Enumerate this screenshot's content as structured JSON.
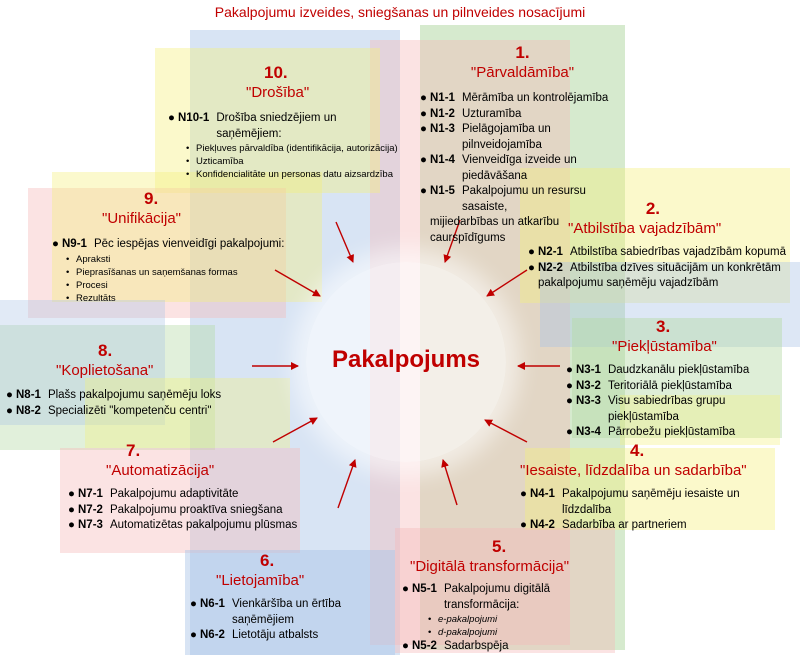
{
  "title": "Pakalpojumu izveides, sniegšanas un pilnveides nosacījumi",
  "center": "Pakalpojums",
  "colors": {
    "accent": "#c00000",
    "green": "#b5d9a6",
    "yellow": "#f4f07c",
    "blue": "#a9c4e6",
    "pink": "#f6b8b8"
  },
  "sections": [
    {
      "num": "1.",
      "name": "\"Pārvaldāmība\"",
      "items": [
        {
          "code": "N1-1",
          "text": "Mērāmība un kontrolējamība"
        },
        {
          "code": "N1-2",
          "text": "Uzturamība"
        },
        {
          "code": "N1-3",
          "text": "Pielāgojamība un pilnveidojamība"
        },
        {
          "code": "N1-4",
          "text": "Vienveidīga izveide un piedāvāšana"
        },
        {
          "code": "N1-5",
          "text": "Pakalpojumu un resursu sasaiste,",
          "text2": "mijiedarbības un atkarību caurspīdīgums"
        }
      ]
    },
    {
      "num": "2.",
      "name": "\"Atbilstība vajadzībām\"",
      "items": [
        {
          "code": "N2-1",
          "text": "Atbilstība sabiedrības vajadzībām kopumā"
        },
        {
          "code": "N2-2",
          "text": "Atbilstība dzīves situācijām un konkrētām",
          "text2": "pakalpojumu saņēmēju vajadzībām"
        }
      ]
    },
    {
      "num": "3.",
      "name": "\"Piekļūstamība\"",
      "items": [
        {
          "code": "N3-1",
          "text": "Daudzkanālu piekļūstamība"
        },
        {
          "code": "N3-2",
          "text": "Teritoriālā piekļūstamība"
        },
        {
          "code": "N3-3",
          "text": "Visu sabiedrības grupu piekļūstamība"
        },
        {
          "code": "N3-4",
          "text": "Pārrobežu piekļūstamība"
        }
      ]
    },
    {
      "num": "4.",
      "name": "\"Iesaiste, līdzdalība un sadarbība\"",
      "items": [
        {
          "code": "N4-1",
          "text": "Pakalpojumu saņēmēju iesaiste un līdzdalība"
        },
        {
          "code": "N4-2",
          "text": "Sadarbība ar partneriem"
        }
      ]
    },
    {
      "num": "5.",
      "name": "\"Digitālā transformācija\"",
      "items": [
        {
          "code": "N5-1",
          "text": "Pakalpojumu digitālā transformācija:",
          "subs": [
            "e-pakalpojumi",
            "d-pakalpojumi"
          ]
        },
        {
          "code": "N5-2",
          "text": "Sadarbspēja"
        }
      ]
    },
    {
      "num": "6.",
      "name": "\"Lietojamība\"",
      "items": [
        {
          "code": "N6-1",
          "text": "Vienkāršība un ērtība saņēmējiem"
        },
        {
          "code": "N6-2",
          "text": "Lietotāju atbalsts"
        }
      ]
    },
    {
      "num": "7.",
      "name": "\"Automatizācija\"",
      "items": [
        {
          "code": "N7-1",
          "text": "Pakalpojumu adaptivitāte"
        },
        {
          "code": "N7-2",
          "text": "Pakalpojumu proaktīva sniegšana"
        },
        {
          "code": "N7-3",
          "text": "Automatizētas pakalpojumu plūsmas"
        }
      ]
    },
    {
      "num": "8.",
      "name": "\"Koplietošana\"",
      "items": [
        {
          "code": "N8-1",
          "text": "Plašs pakalpojumu saņēmēju loks"
        },
        {
          "code": "N8-2",
          "text": "Specializēti \"kompetenču centri\""
        }
      ]
    },
    {
      "num": "9.",
      "name": "\"Unifikācija\"",
      "items": [
        {
          "code": "N9-1",
          "text": "Pēc iespējas vienveidīgi pakalpojumi:",
          "subs": [
            "Apraksti",
            "Pieprasīšanas un saņemšanas formas",
            "Procesi",
            "Rezultāts"
          ]
        }
      ]
    },
    {
      "num": "10.",
      "name": "\"Drošība\"",
      "items": [
        {
          "code": "N10-1",
          "text": "Drošība sniedzējiem un saņēmējiem:",
          "subs": [
            "Piekļuves pārvaldība (identifikācija, autorizācija)",
            "Uzticamība",
            "Konfidencialitāte un personas datu aizsardzība"
          ]
        }
      ]
    }
  ]
}
